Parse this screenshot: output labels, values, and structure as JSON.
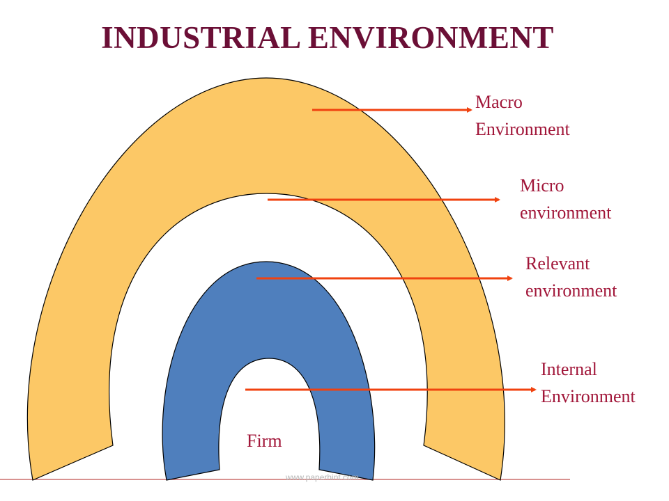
{
  "title": "INDUSTRIAL ENVIRONMENT",
  "layers": [
    {
      "id": "macro",
      "line1": "Macro",
      "line2": "Environment"
    },
    {
      "id": "micro",
      "line1": "Micro",
      "line2": "environment"
    },
    {
      "id": "relevant",
      "line1": "Relevant",
      "line2": "environment"
    },
    {
      "id": "internal",
      "line1": "Internal",
      "line2": "Environment"
    }
  ],
  "center_label": "Firm",
  "watermark": "www.paperhint.com",
  "colors": {
    "title": "#6b0f36",
    "label": "#a11639",
    "outer_arch": "#fcc866",
    "inner_arch": "#4f7fbd",
    "arrow": "#f0420f",
    "baseline": "#c0504d"
  }
}
